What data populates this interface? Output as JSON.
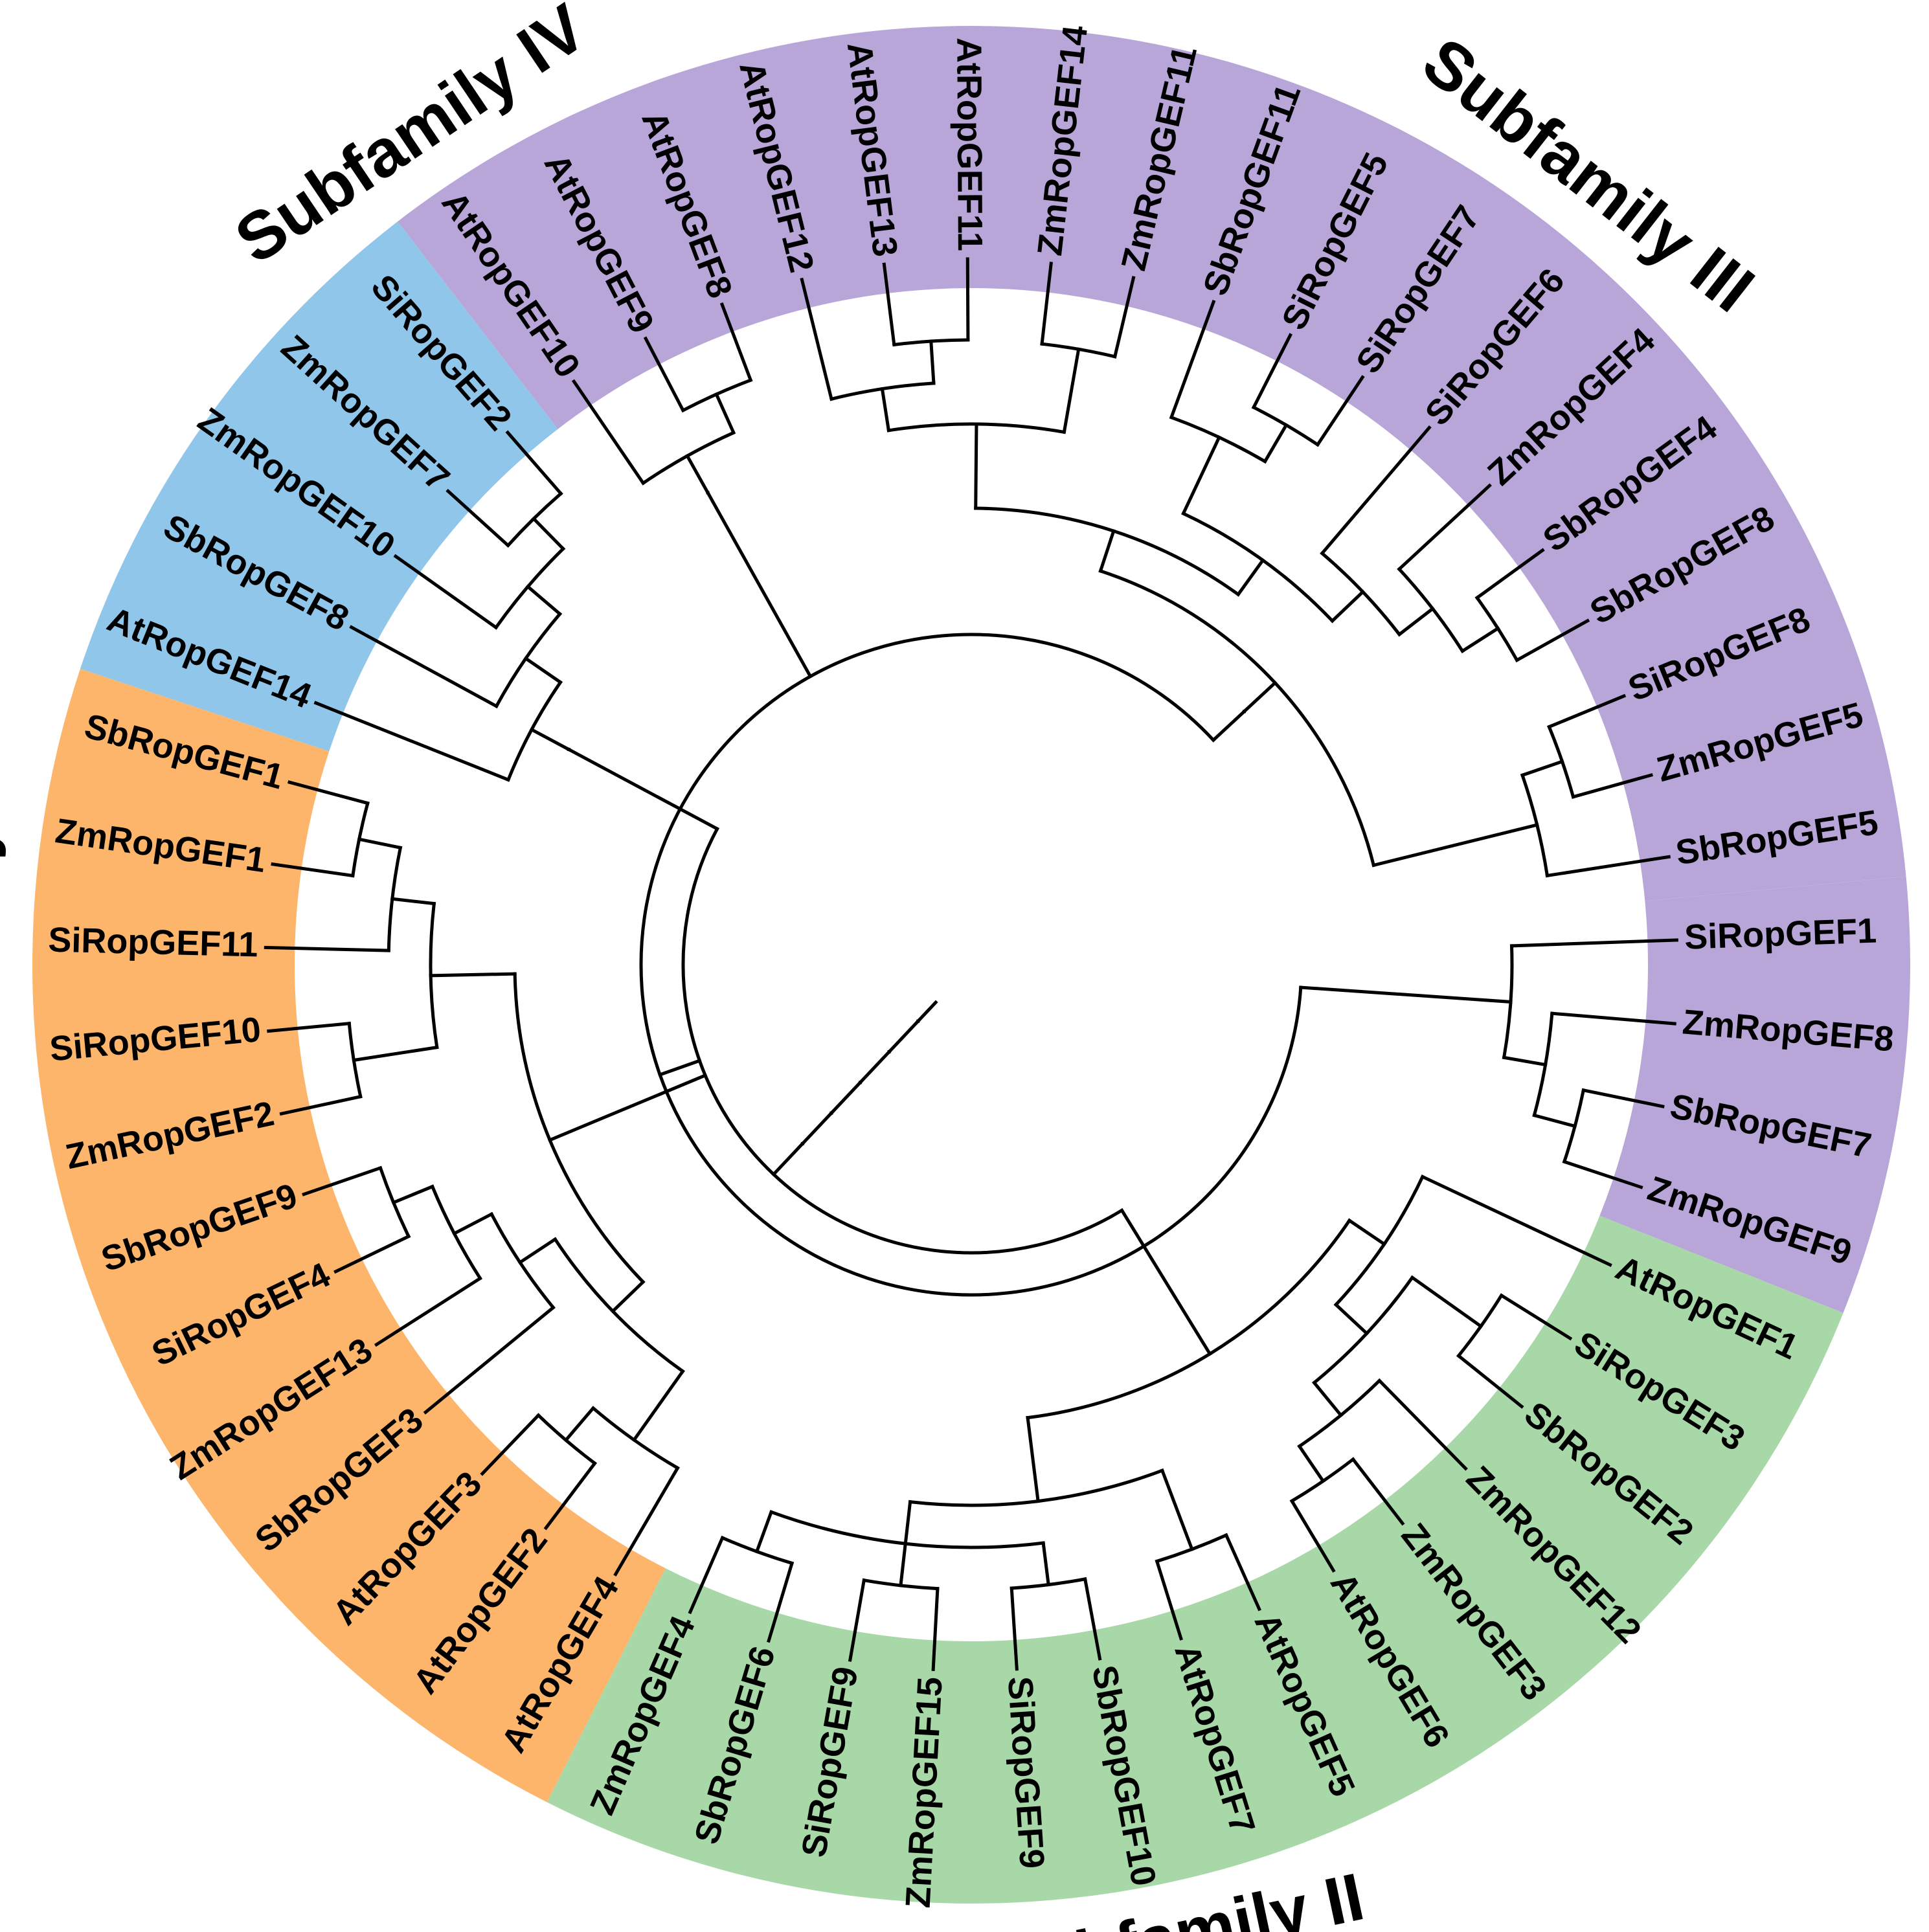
{
  "tree": {
    "leaves": [
      {
        "label": "SiRopGEF1",
        "subfamily": "III"
      },
      {
        "label": "ZmRopGEF8",
        "subfamily": "III"
      },
      {
        "label": "SbRopGEF7",
        "subfamily": "III"
      },
      {
        "label": "ZmRopGEF9",
        "subfamily": "III"
      },
      {
        "label": "AtRopGEF1",
        "subfamily": "II"
      },
      {
        "label": "SiRopGEF3",
        "subfamily": "II"
      },
      {
        "label": "SbRopGEF2",
        "subfamily": "II"
      },
      {
        "label": "ZmRopGEF12",
        "subfamily": "II"
      },
      {
        "label": "ZmRopGEF3",
        "subfamily": "II"
      },
      {
        "label": "AtRopGEF6",
        "subfamily": "II"
      },
      {
        "label": "AtRopGEF5",
        "subfamily": "II"
      },
      {
        "label": "AtRopGEF7",
        "subfamily": "II"
      },
      {
        "label": "SbRopGEF10",
        "subfamily": "II"
      },
      {
        "label": "SiRopGEF9",
        "subfamily": "II"
      },
      {
        "label": "ZmRopGEF15",
        "subfamily": "II"
      },
      {
        "label": "SiRopGEF9",
        "subfamily": "II"
      },
      {
        "label": "SbRopGEF6",
        "subfamily": "II"
      },
      {
        "label": "ZmRopGEF4",
        "subfamily": "II"
      },
      {
        "label": "AtRopGEF4",
        "subfamily": "I"
      },
      {
        "label": "AtRopGEF2",
        "subfamily": "I"
      },
      {
        "label": "AtRopGEF3",
        "subfamily": "I"
      },
      {
        "label": "SbRopGEF3",
        "subfamily": "I"
      },
      {
        "label": "ZmRopGEF13",
        "subfamily": "I"
      },
      {
        "label": "SiRopGEF4",
        "subfamily": "I"
      },
      {
        "label": "SbRopGEF9",
        "subfamily": "I"
      },
      {
        "label": "ZmRopGEF2",
        "subfamily": "I"
      },
      {
        "label": "SiRopGEF10",
        "subfamily": "I"
      },
      {
        "label": "SiRopGEF11",
        "subfamily": "I"
      },
      {
        "label": "ZmRopGEF1",
        "subfamily": "I"
      },
      {
        "label": "SbRopGEF1",
        "subfamily": "I"
      },
      {
        "label": "AtRopGEF14",
        "subfamily": "IV"
      },
      {
        "label": "SbRopGEF8",
        "subfamily": "IV"
      },
      {
        "label": "ZmRopGEF10",
        "subfamily": "IV"
      },
      {
        "label": "ZmRopGEF7",
        "subfamily": "IV"
      },
      {
        "label": "SiRopGEF2",
        "subfamily": "IV"
      },
      {
        "label": "AtRopGEF10",
        "subfamily": "III"
      },
      {
        "label": "AtRopGEF9",
        "subfamily": "III"
      },
      {
        "label": "AtRopGEF8",
        "subfamily": "III"
      },
      {
        "label": "AtRopGEF12",
        "subfamily": "III"
      },
      {
        "label": "AtRopGEF13",
        "subfamily": "III"
      },
      {
        "label": "AtRopGEF11",
        "subfamily": "III"
      },
      {
        "label": "ZmRopGEF14",
        "subfamily": "III"
      },
      {
        "label": "ZmRopGEF11",
        "subfamily": "III"
      },
      {
        "label": "SbRopGEF11",
        "subfamily": "III"
      },
      {
        "label": "SiRopGEF5",
        "subfamily": "III"
      },
      {
        "label": "SiRopGEF7",
        "subfamily": "III"
      },
      {
        "label": "SiRopGEF6",
        "subfamily": "III"
      },
      {
        "label": "ZmRopGEF4",
        "subfamily": "III"
      },
      {
        "label": "SbRopGEF4",
        "subfamily": "III"
      },
      {
        "label": "SbRopGEF8",
        "subfamily": "III"
      },
      {
        "label": "SiRopGEF8",
        "subfamily": "III"
      },
      {
        "label": "ZmRopGEF5",
        "subfamily": "III"
      },
      {
        "label": "SbRopGEF5",
        "subfamily": "III"
      }
    ],
    "newick": "((((((((0,(1,(2,3))),((((50,51),52),(((46,(47,(48,49))),((44,45),43)),((41,42),(38,(39,40)))))),((35,(36,37)))),((4,((5,6),(7,(8,9)))),((10,11),((12,13),(14,15),(16,17)))),(((18,(19,20)),(21,(22,(23,24)))),((25,26),(27,(28,29)))),((30,(31,(32,(33,34)))))));"
  },
  "subfamilies": [
    {
      "id": "I",
      "label": "Subfamily I",
      "color": "#fdb56c"
    },
    {
      "id": "II",
      "label": "Subfamily II",
      "color": "#a8d8a8"
    },
    {
      "id": "III",
      "label": "Subfamily III",
      "color": "#b9a6d9"
    },
    {
      "id": "IV",
      "label": "Subfamily IV",
      "color": "#90c6ea"
    }
  ]
}
